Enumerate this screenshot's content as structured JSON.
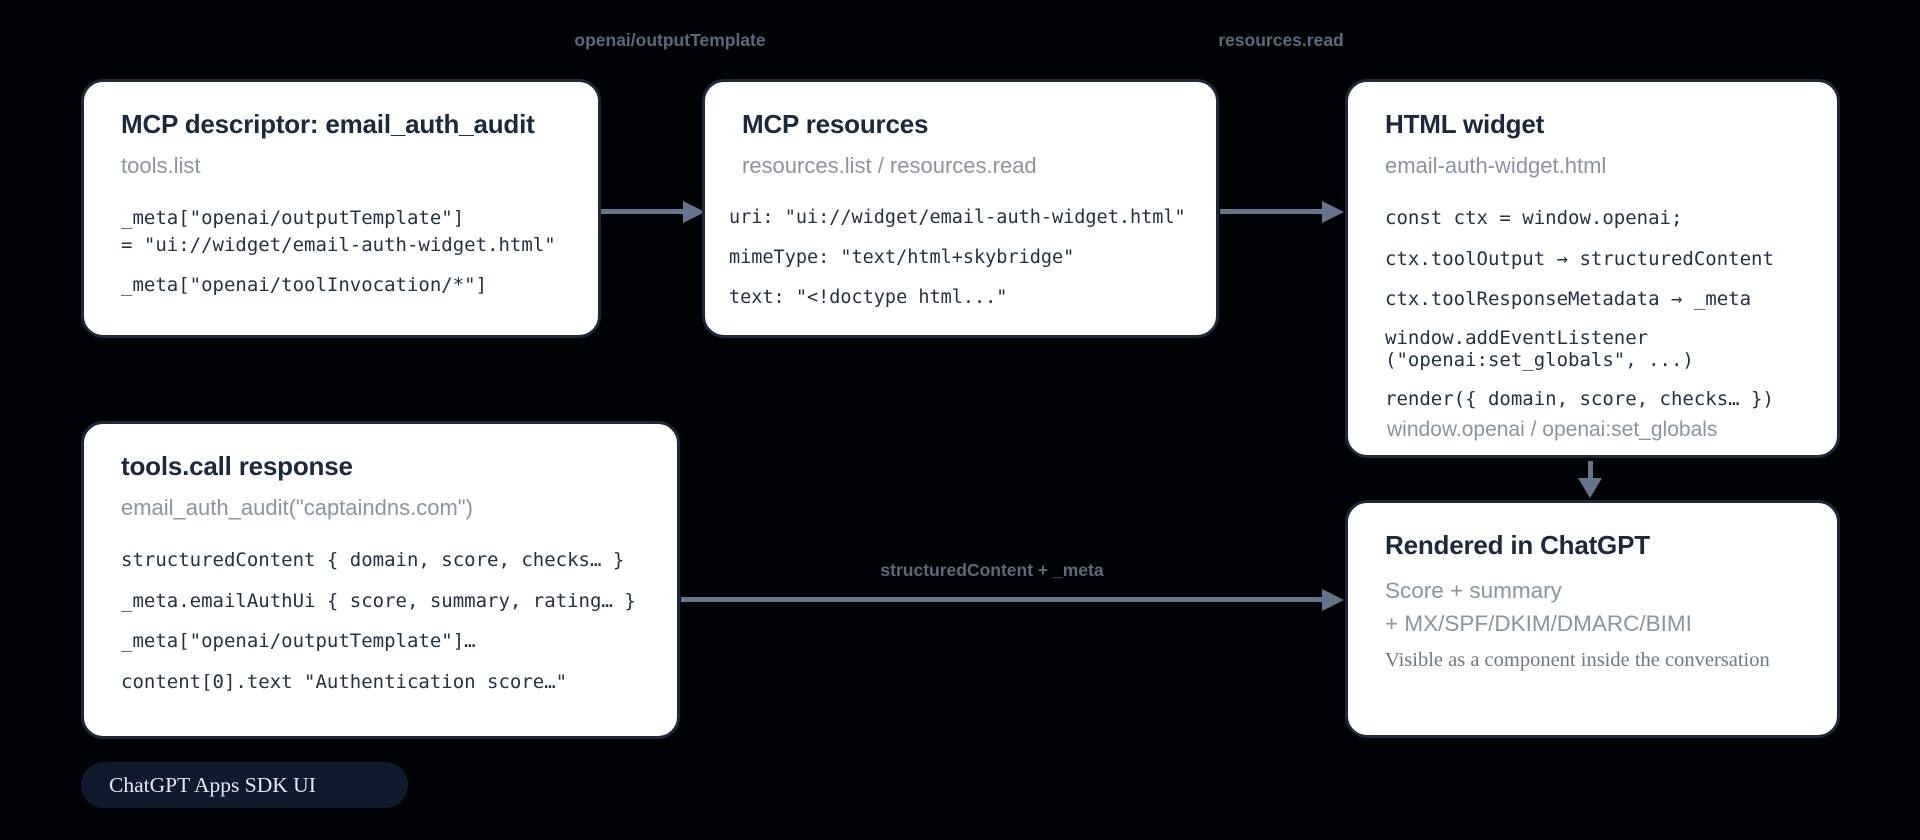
{
  "arrow_labels": {
    "output_template": "openai/outputTemplate",
    "resources_read": "resources.read",
    "structured_content": "structuredContent + _meta"
  },
  "boxes": {
    "descriptor": {
      "title": "MCP descriptor: email_auth_audit",
      "subtitle": "tools.list",
      "code": [
        "_meta[\"openai/outputTemplate\"]\n= \"ui://widget/email-auth-widget.html\"",
        "_meta[\"openai/toolInvocation/*\"]"
      ]
    },
    "resources": {
      "title": "MCP resources",
      "subtitle": "resources.list / resources.read",
      "code": [
        "uri: \"ui://widget/email-auth-widget.html\"",
        "mimeType: \"text/html+skybridge\"",
        "text: \"<!doctype html...\""
      ]
    },
    "widget": {
      "title": "HTML widget",
      "subtitle": "email-auth-widget.html",
      "code": [
        "const ctx = window.openai;",
        "ctx.toolOutput → structuredContent",
        "ctx.toolResponseMetadata → _meta",
        "window.addEventListener\n(\"openai:set_globals\", ...)",
        "render({ domain, score, checks… })"
      ],
      "footer": "window.openai / openai:set_globals"
    },
    "tools_call": {
      "title": "tools.call response",
      "subtitle": "email_auth_audit(\"captaindns.com\")",
      "code": [
        "structuredContent { domain, score, checks… }",
        "_meta.emailAuthUi { score, summary, rating… }",
        "_meta[\"openai/outputTemplate\"]…",
        "content[0].text \"Authentication score…\""
      ]
    },
    "rendered": {
      "title": "Rendered in ChatGPT",
      "summary": "Score + summary\n+ MX/SPF/DKIM/DMARC/BIMI",
      "note": "Visible as a component inside the conversation"
    }
  },
  "badge": {
    "label": "ChatGPT Apps SDK UI"
  },
  "colors": {
    "background": "#000306",
    "arrow": "#64748b",
    "box_border": "#1e2838",
    "title_text": "#1b2840",
    "subtitle_text": "#8b93a4",
    "code_text": "#243049",
    "badge_background": "#101a2d",
    "badge_text": "#e3e7ef"
  }
}
